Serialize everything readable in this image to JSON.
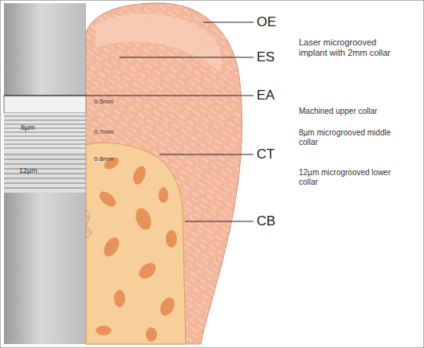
{
  "diagram": {
    "labels": [
      "OE",
      "ES",
      "EA",
      "CT",
      "CB",
      "Laser microgrooved implant with 2mm collar",
      "Machined upper collar",
      "8µm microgrooved middle collar",
      "12µm microgrooved lower collar",
      "8µm",
      "12µm",
      "0.5mm",
      "0.7mm",
      "0.8mm"
    ]
  }
}
